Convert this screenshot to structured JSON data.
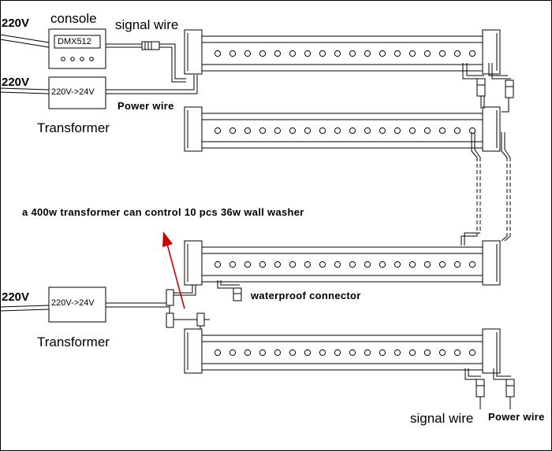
{
  "supply": {
    "top_1": "220V",
    "top_2": "220V",
    "bottom": "220V"
  },
  "console": {
    "title": "console",
    "model": "DMX512"
  },
  "transformers": {
    "top_box": "220V->24V",
    "top_caption": "Transformer",
    "bottom_box": "220V->24V",
    "bottom_caption": "Transformer"
  },
  "labels": {
    "signal_wire_top": "signal wire",
    "power_wire_top": "Power wire",
    "note": "a 400w transformer can control 10 pcs 36w wall washer",
    "waterproof_connector": "waterproof connector",
    "signal_wire_bottom": "signal wire",
    "power_wire_bottom": "Power wire"
  },
  "fixtures": {
    "count": 4,
    "leds_per_fixture": 18
  },
  "colors": {
    "line": "#000000",
    "fixture_fill": "#ffffff",
    "arrow": "#cc0000"
  }
}
